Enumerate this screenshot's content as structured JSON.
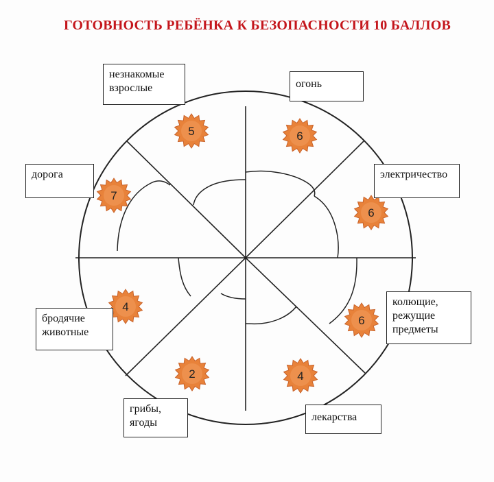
{
  "title": "ГОТОВНОСТЬ РЕБЁНКА К БЕЗОПАСНОСТИ  10 БАЛЛОВ",
  "colors": {
    "title": "#c4161c",
    "badge": "#e8823a",
    "badge_edge": "#c8622a",
    "line": "#222222"
  },
  "labels": {
    "strangers": "незнакомые взрослые",
    "fire": "огонь",
    "road": "дорога",
    "electricity": "электричество",
    "stray_animals": "бродячие животные",
    "sharp_objects": "колющие, режущие предметы",
    "mushrooms": "грибы, ягоды",
    "medicines": "лекарства"
  },
  "scores": {
    "strangers": "5",
    "fire": "6",
    "road": "7",
    "electricity": "6",
    "stray_animals": "4",
    "sharp_objects": "6",
    "mushrooms": "2",
    "medicines": "4"
  }
}
